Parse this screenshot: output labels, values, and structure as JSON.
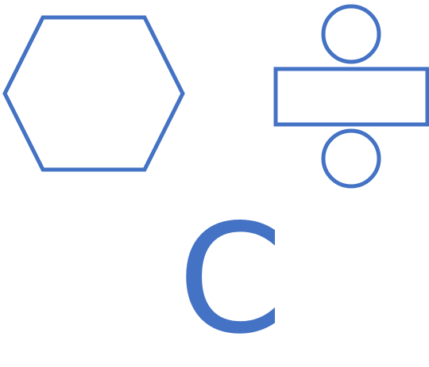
{
  "diagram": {
    "accent_color": "#4472c4",
    "background_color": "#ffffff",
    "shapes": [
      {
        "kind": "hexagon-outline"
      },
      {
        "kind": "division-symbol-outline",
        "parts": [
          "circle",
          "rectangle",
          "circle"
        ]
      }
    ],
    "letter": "C"
  }
}
